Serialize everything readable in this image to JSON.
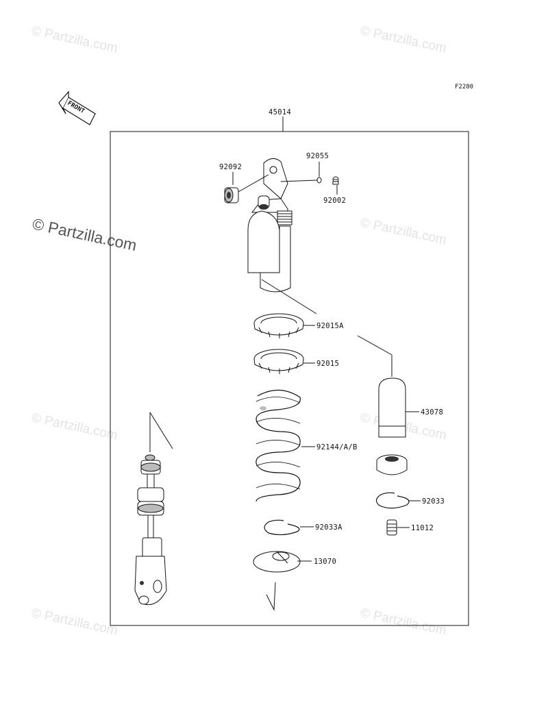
{
  "figure_id": "F2280",
  "front_label": "FRONT",
  "watermark_text": "© Partzilla.com",
  "assembly": {
    "number": "45014"
  },
  "callouts": [
    {
      "id": "92092"
    },
    {
      "id": "92055"
    },
    {
      "id": "92002"
    },
    {
      "id": "92015A"
    },
    {
      "id": "92015"
    },
    {
      "id": "43078"
    },
    {
      "id": "92144/A/B"
    },
    {
      "id": "92033"
    },
    {
      "id": "92033A"
    },
    {
      "id": "11012"
    },
    {
      "id": "13070"
    }
  ],
  "colors": {
    "line": "#111111",
    "watermark_light": "#e3e3e3",
    "watermark_dark": "#555555"
  }
}
